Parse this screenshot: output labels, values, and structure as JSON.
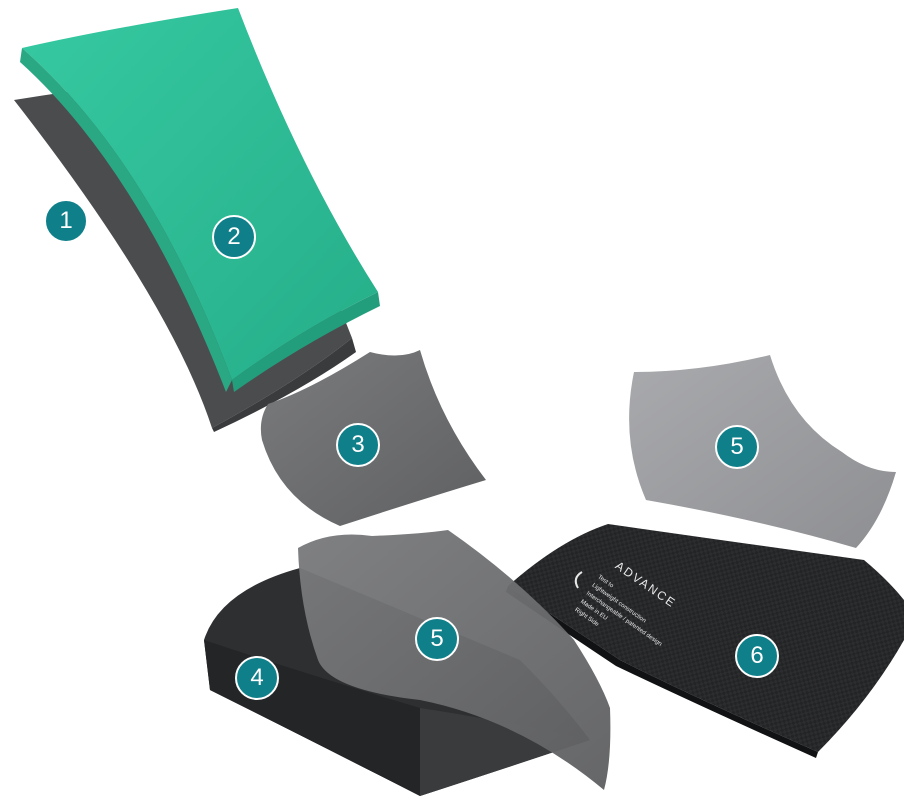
{
  "colors": {
    "badge": "#0f7f8a",
    "green_foam": "#2fbf97",
    "dark_foam": "#4a4b4d",
    "grey_insert": "#6f7072",
    "light_plate": "#9c9da0",
    "base": "#2f3032",
    "carbon": "#232426"
  },
  "parts": [
    {
      "number": "1",
      "name": "dark-foam-layer"
    },
    {
      "number": "2",
      "name": "green-foam-pad"
    },
    {
      "number": "3",
      "name": "grey-insert"
    },
    {
      "number": "4",
      "name": "base-block"
    },
    {
      "number": "5",
      "name": "grey-plate"
    },
    {
      "number": "5",
      "name": "grey-plate-upper"
    },
    {
      "number": "6",
      "name": "carbon-plate"
    }
  ],
  "carbon_print": {
    "brand": "ADVANCE",
    "lines": [
      "Test to",
      "Lightweight construction",
      "Interchangeable / patented design",
      "Made in EU",
      "Right Side"
    ]
  }
}
